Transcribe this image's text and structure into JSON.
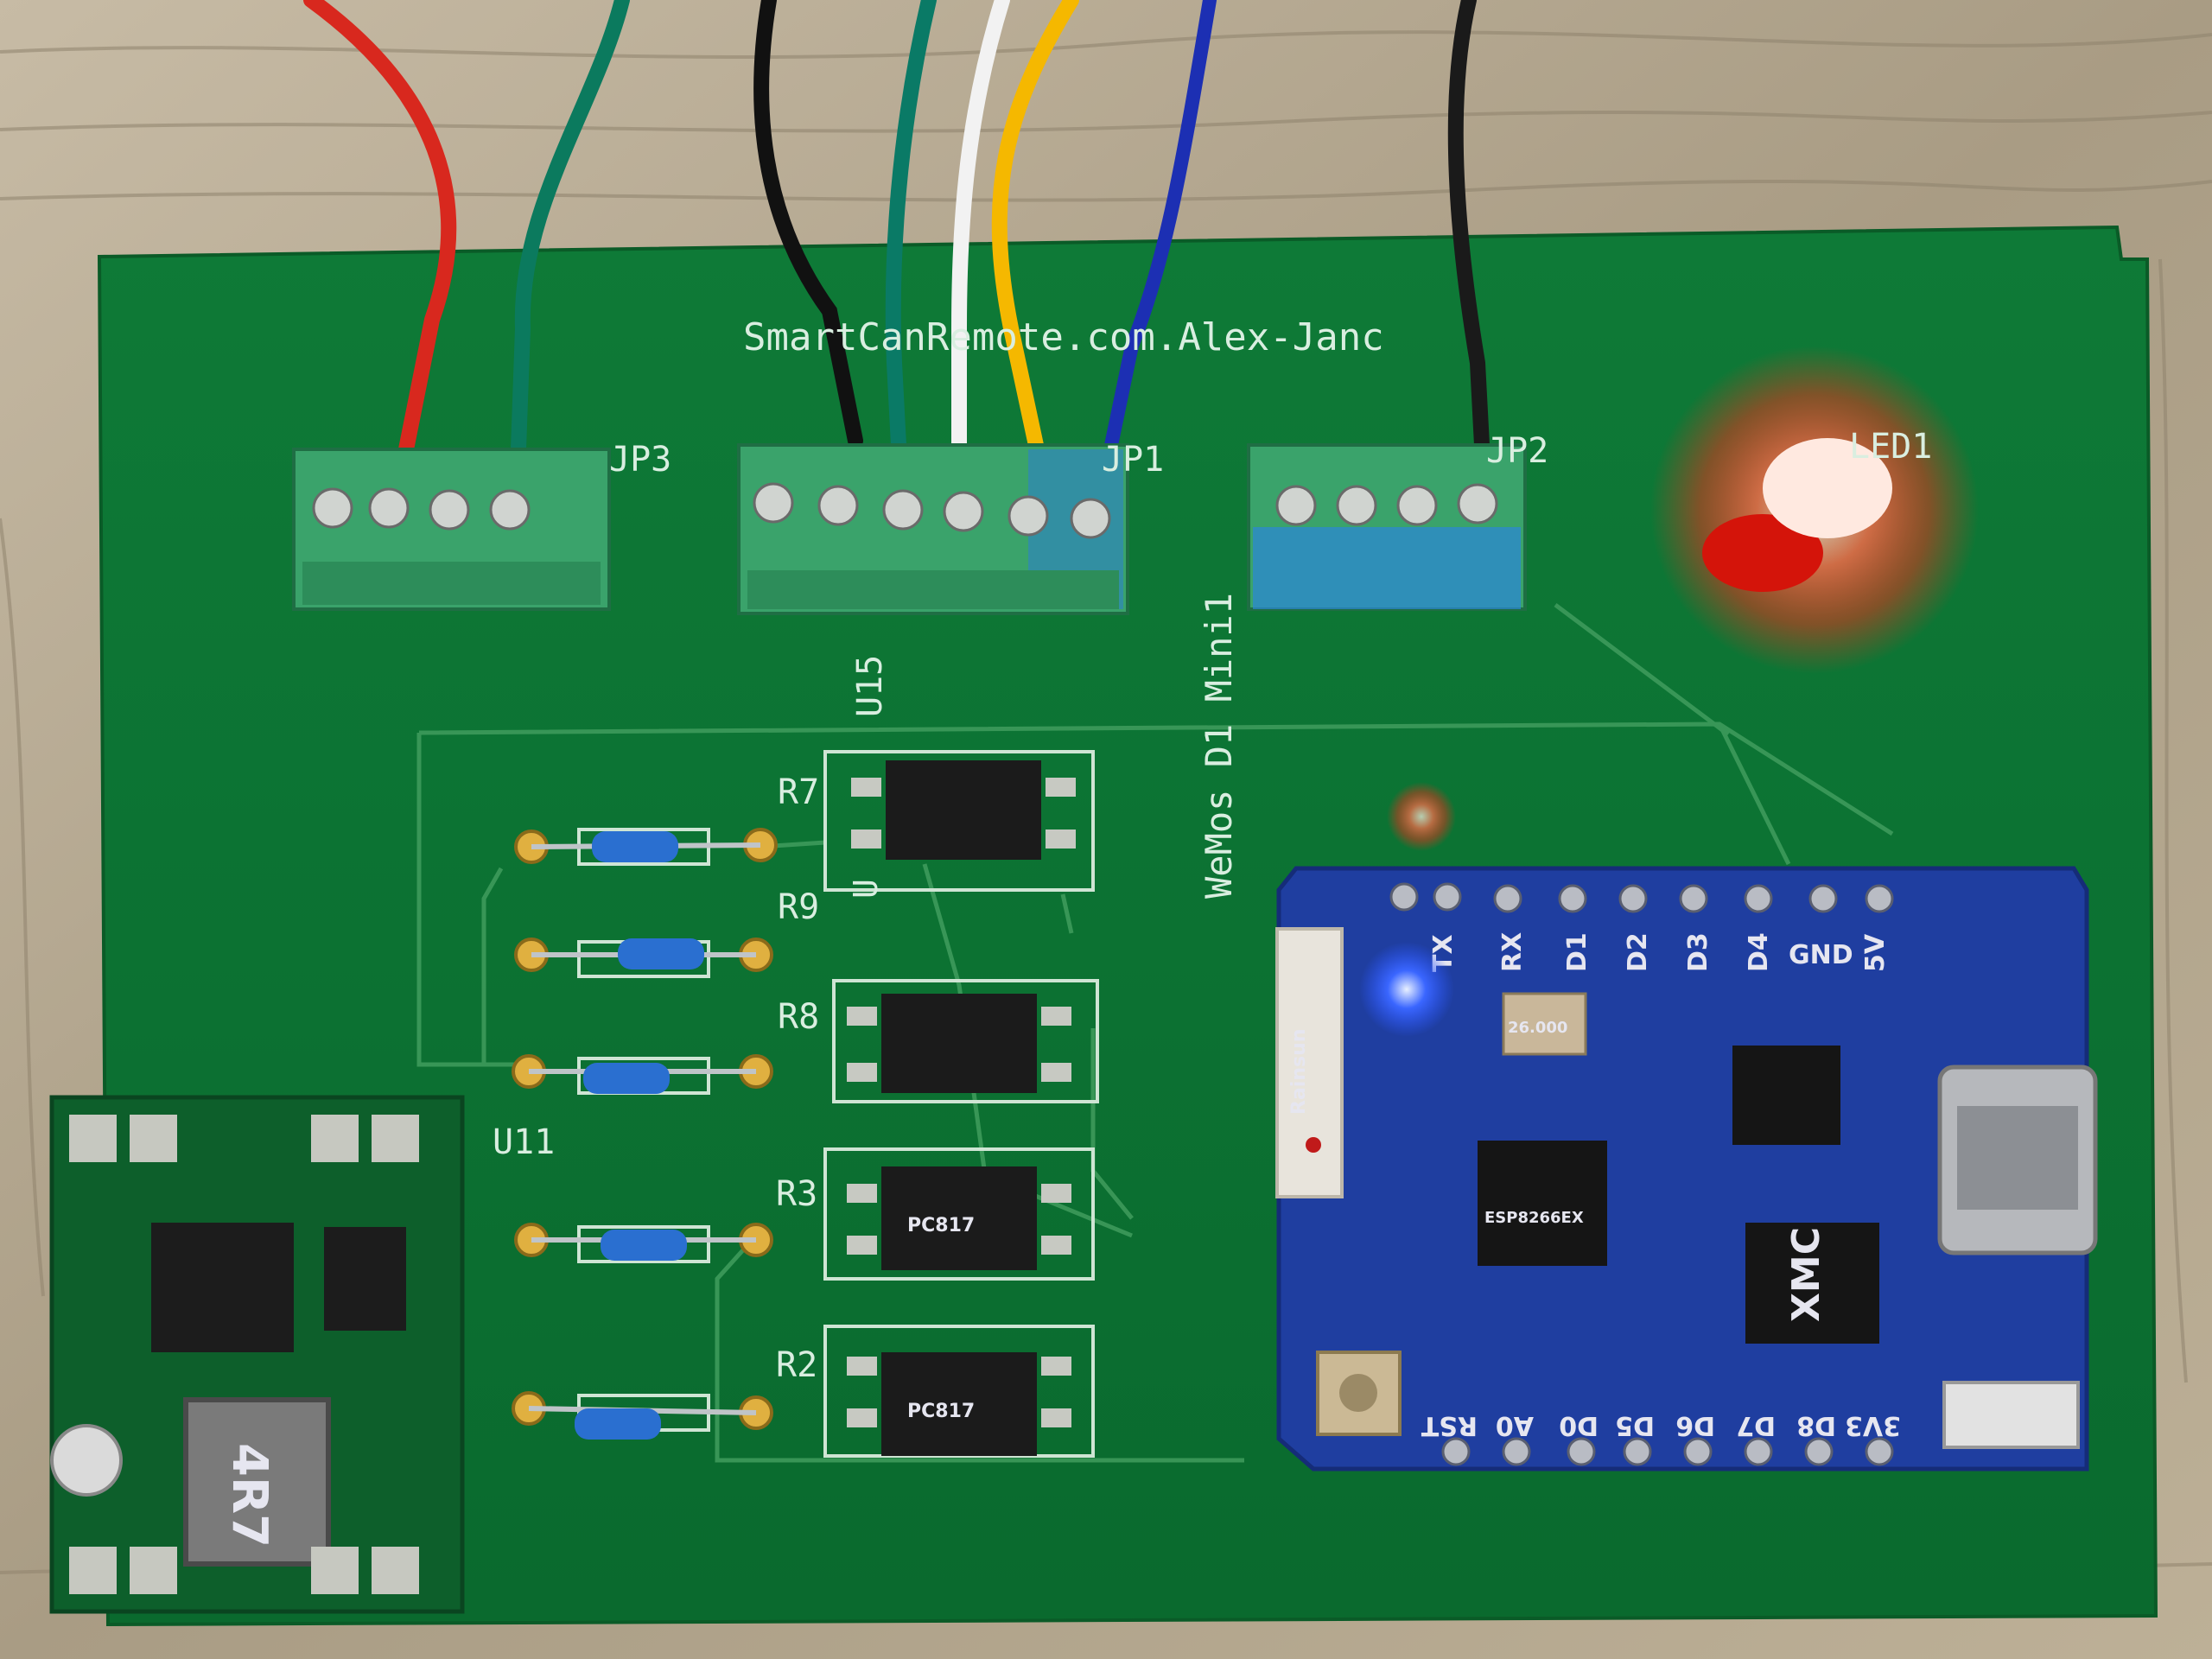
{
  "silkscreen": {
    "url": "SmartCanRemote.com.Alex-Janc",
    "jp3": "JP3",
    "jp1": "JP1",
    "jp2": "JP2",
    "led1": "LED1",
    "u15": "U15",
    "wemos": "WeMos D1 Mini1",
    "r7": "R7",
    "r9": "R9",
    "r8": "R8",
    "r3": "R3",
    "r2": "R2",
    "u11": "U11",
    "u_small": "U"
  },
  "wemos_board": {
    "pins_top": [
      "TX",
      "RX",
      "D1",
      "D2",
      "D3",
      "D4",
      "GND",
      "5V"
    ],
    "pins_bottom": [
      "RST",
      "A0",
      "D0",
      "D5",
      "D6",
      "D7",
      "D8",
      "3V3"
    ],
    "esp_chip": "ESP8266EX",
    "flash_chip": "XMC",
    "antenna_label": "Rainsun",
    "crystal": "26.000"
  },
  "components": {
    "opto_label": "PC817",
    "inductor_label": "4R7"
  },
  "colors": {
    "wood": "#b8ab93",
    "pcb": "#0f7a37",
    "wemos": "#1f3ea0",
    "terminal": "#3aa36b",
    "led_red": "#ff2a1a",
    "led_blue": "#2a55ff"
  }
}
